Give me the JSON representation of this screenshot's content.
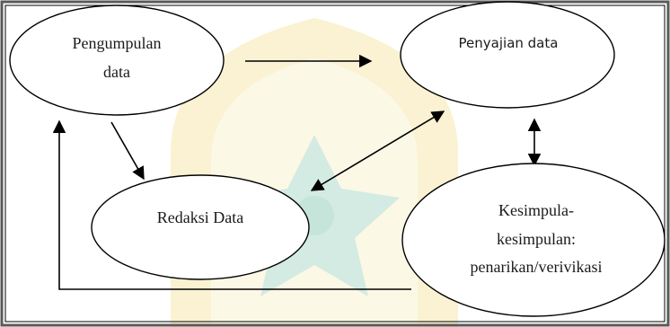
{
  "diagram": {
    "nodes": [
      {
        "id": "pengumpulan",
        "lines": [
          "Pengumpulan",
          "data"
        ]
      },
      {
        "id": "penyajian",
        "lines": [
          "Penyajian data"
        ]
      },
      {
        "id": "redaksi",
        "lines": [
          "Redaksi Data"
        ]
      },
      {
        "id": "kesimpulan",
        "lines": [
          "Kesimpula-",
          "kesimpulan:",
          "penarikan/verivikasi"
        ]
      }
    ],
    "edges": [
      {
        "from": "pengumpulan",
        "to": "penyajian",
        "direction": "forward"
      },
      {
        "from": "pengumpulan",
        "to": "redaksi",
        "direction": "forward"
      },
      {
        "from": "redaksi",
        "to": "penyajian",
        "direction": "both"
      },
      {
        "from": "penyajian",
        "to": "kesimpulan",
        "direction": "both"
      },
      {
        "from": "kesimpulan",
        "to": "pengumpulan",
        "direction": "forward",
        "routing": "elbow"
      }
    ],
    "colors": {
      "stroke": "#000000",
      "border": "#5a5a5a",
      "watermark_green": "#2e9a7d",
      "watermark_yellow": "#f2d36b"
    }
  }
}
